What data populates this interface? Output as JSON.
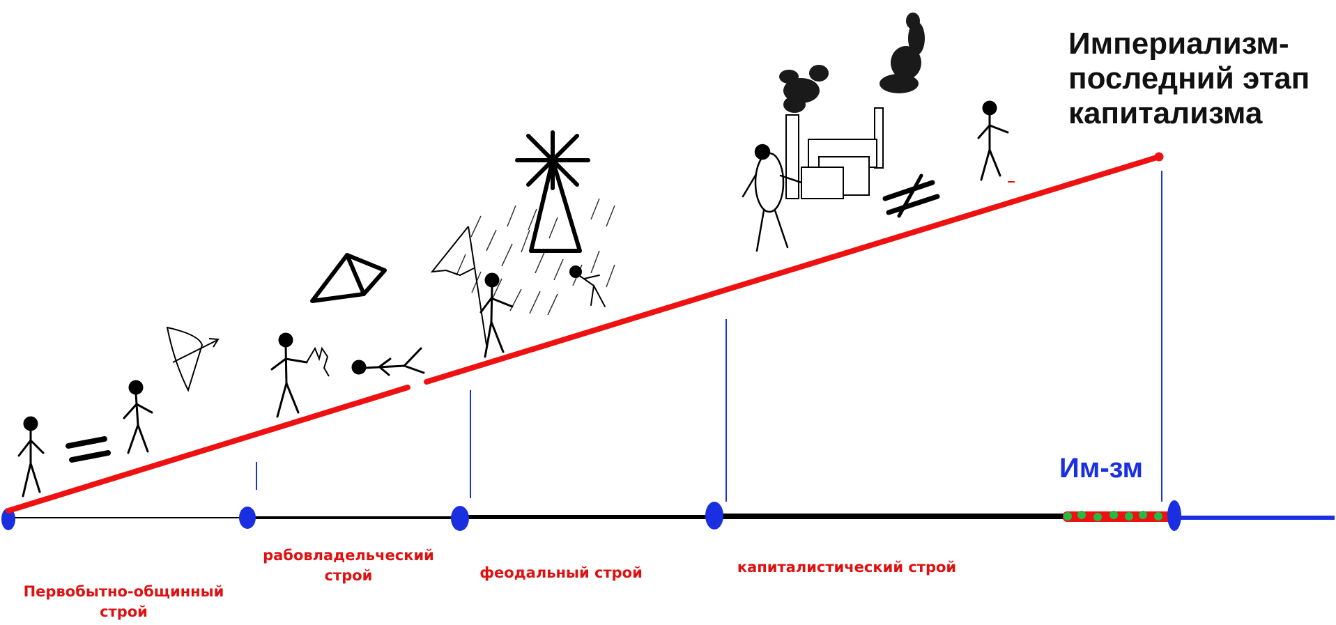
{
  "title": {
    "lines": [
      "Империализм-",
      "последний этап",
      "капитализма"
    ]
  },
  "eras": [
    {
      "label": "Первобытно-общинный строй"
    },
    {
      "label": "рабовладельческий строй"
    },
    {
      "label": "феодальный строй"
    },
    {
      "label": "капиталистический строй"
    }
  ],
  "imperialism_tag": "Им-зм",
  "colors": {
    "progress_line": "#ee1111",
    "timeline": "#000000",
    "markers": "#1a2fe0",
    "era_labels": "#e01010",
    "tag": "#1a2fe0",
    "tag_dots": "#22bb44",
    "title": "#111111"
  },
  "icons": [
    "stick-figure-icon",
    "equals-icon",
    "bow-arrow-icon",
    "pyramid-icon",
    "fallen-slave-icon",
    "windmill-icon",
    "field-icon",
    "factory-icon",
    "smoke-icon",
    "not-equal-icon"
  ]
}
